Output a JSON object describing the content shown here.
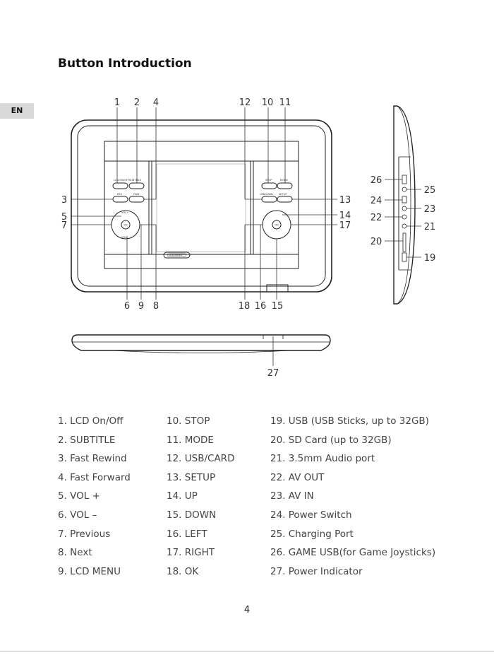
{
  "heading": "Button Introduction",
  "language_tab": "EN",
  "device_labels": {
    "lcd_on_off": "LCD/ON/OFF",
    "subtitle": "SUBTITLE",
    "rev": "REV",
    "fwd": "FWD",
    "vol_plus": "VOL+",
    "vol_minus": "VOL-",
    "ok": "OK",
    "stop": "STOP",
    "mode": "MODE",
    "usb_card": "USB/CARD",
    "setup": "SETUP",
    "lcd_menu": "LCD MENU"
  },
  "callouts": {
    "n1": "1",
    "n2": "2",
    "n3": "3",
    "n4": "4",
    "n5": "5",
    "n6": "6",
    "n7": "7",
    "n8": "8",
    "n9": "9",
    "n10": "10",
    "n11": "11",
    "n12": "12",
    "n13": "13",
    "n14": "14",
    "n15": "15",
    "n16": "16",
    "n17": "17",
    "n18": "18",
    "n19": "19",
    "n20": "20",
    "n21": "21",
    "n22": "22",
    "n23": "23",
    "n24": "24",
    "n25": "25",
    "n26": "26",
    "n27": "27"
  },
  "legend": {
    "col1": [
      "1. LCD On/Off",
      "2. SUBTITLE",
      "3. Fast Rewind",
      "4. Fast Forward",
      "5. VOL +",
      "6. VOL –",
      "7. Previous",
      "8. Next",
      "9. LCD MENU"
    ],
    "col2": [
      "10. STOP",
      "11. MODE",
      "12. USB/CARD",
      "13. SETUP",
      "14. UP",
      "15. DOWN",
      "16. LEFT",
      "17. RIGHT",
      "18. OK"
    ],
    "col3": [
      "19. USB (USB Sticks, up to 32GB)",
      "20. SD Card (up to 32GB)",
      "21. 3.5mm Audio port",
      "22. AV OUT",
      "23. AV IN",
      "24. Power Switch",
      "25. Charging Port",
      "26. GAME USB(for Game Joysticks)",
      "27. Power Indicator"
    ]
  },
  "page_number": "4"
}
